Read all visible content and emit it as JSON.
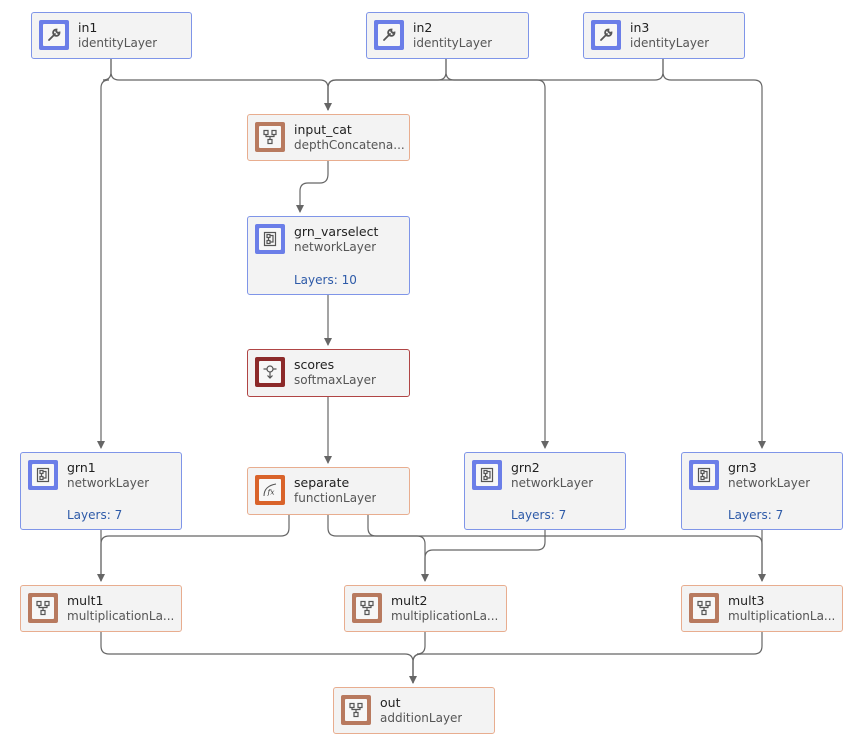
{
  "nodes": {
    "in1": {
      "name": "in1",
      "type": "identityLayer"
    },
    "in2": {
      "name": "in2",
      "type": "identityLayer"
    },
    "in3": {
      "name": "in3",
      "type": "identityLayer"
    },
    "input_cat": {
      "name": "input_cat",
      "type": "depthConcatena..."
    },
    "grn_varselect": {
      "name": "grn_varselect",
      "type": "networkLayer",
      "layers": "Layers: 10"
    },
    "scores": {
      "name": "scores",
      "type": "softmaxLayer"
    },
    "grn1": {
      "name": "grn1",
      "type": "networkLayer",
      "layers": "Layers: 7"
    },
    "separate": {
      "name": "separate",
      "type": "functionLayer"
    },
    "grn2": {
      "name": "grn2",
      "type": "networkLayer",
      "layers": "Layers: 7"
    },
    "grn3": {
      "name": "grn3",
      "type": "networkLayer",
      "layers": "Layers: 7"
    },
    "mult1": {
      "name": "mult1",
      "type": "multiplicationLa..."
    },
    "mult2": {
      "name": "mult2",
      "type": "multiplicationLa..."
    },
    "mult3": {
      "name": "mult3",
      "type": "multiplicationLa..."
    },
    "out": {
      "name": "out",
      "type": "additionLayer"
    }
  },
  "icons": {
    "identity": "wrench-icon",
    "concat": "depth-concatenation-icon",
    "network": "network-layer-icon",
    "softmax": "softmax-icon",
    "function": "function-fx-icon",
    "multiplication": "multiplication-icon",
    "addition": "addition-icon"
  },
  "colors": {
    "blue_border": "#7f95e8",
    "blue_icon": "#6b7ee8",
    "orange_border": "#e8ad8f",
    "brown_icon": "#b87a5f",
    "softmax_border": "#b04545",
    "softmax_icon": "#8c2a2a",
    "function_icon": "#d9632a",
    "edge": "#666666",
    "layers_text": "#2d5aa8"
  }
}
